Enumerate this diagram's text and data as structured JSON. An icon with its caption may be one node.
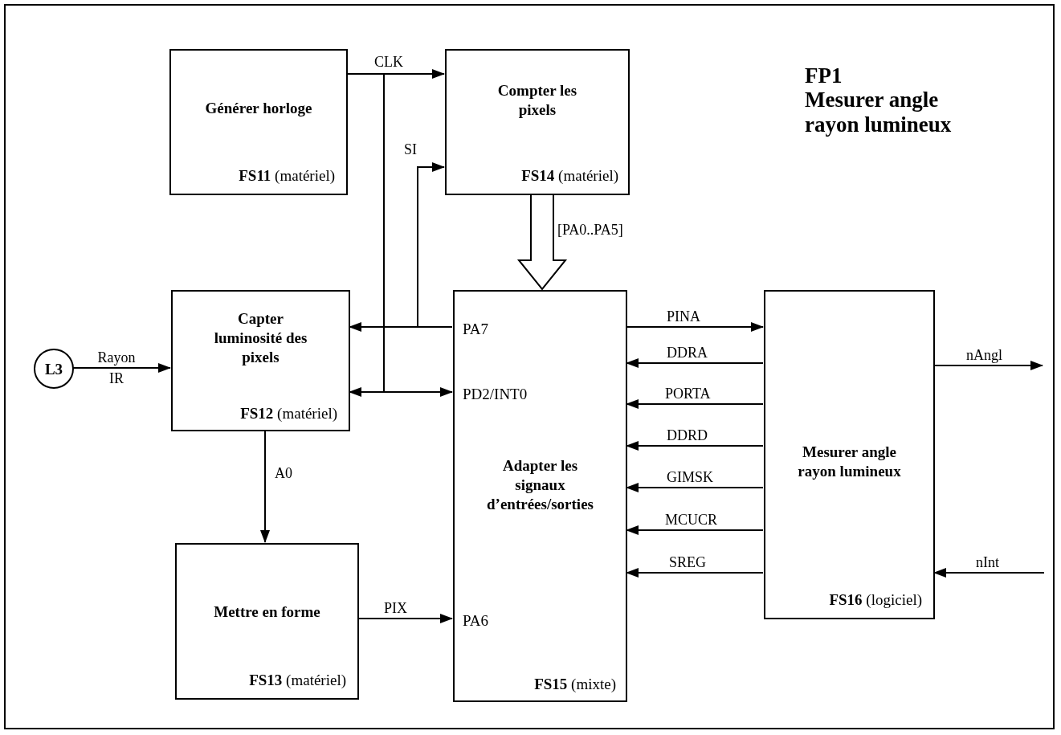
{
  "diagram": {
    "nodes": [
      {
        "text": [
          "FP1",
          "Mesurer angle rayon lumineux"
        ]
      },
      {
        "text": [
          "Générer horloge",
          "**FS11** (matériel)"
        ],
        "in": 0
      },
      {
        "text": [
          "Compter les pixels",
          "**FS14** (matériel)"
        ],
        "in": 0
      },
      {
        "text": [
          "Capter luminosité des pixels",
          "**FS12** (matériel)"
        ],
        "in": 0
      },
      {
        "text": [
          "Mettre en forme",
          "**FS13** (matériel)"
        ],
        "in": 0
      },
      {
        "text": [
          "PA7",
          "PD2/INT0",
          "Adapter les signaux d’entrées/sorties",
          "PA6",
          "**FS15** (mixte)"
        ],
        "in": 0
      },
      {
        "text": [
          "Mesurer angle rayon lumineux",
          "**FS16** (logiciel)"
        ],
        "in": 0
      },
      {
        "text": [
          "L3"
        ],
        "in": 0
      }
    ],
    "edges": [
      {
        "from": 1,
        "to": 2,
        "arrow": "to",
        "label": "CLK"
      },
      {
        "from": 1,
        "to": 3,
        "arrow": "to"
      },
      {
        "from": 1,
        "to": 5,
        "arrow": "to"
      },
      {
        "from": 5,
        "to": 3,
        "arrow": "to"
      },
      {
        "from": 5,
        "to": 2,
        "arrow": "to",
        "label": "SI"
      },
      {
        "from": 2,
        "to": 5,
        "arrow": "to",
        "label": "[PA0..PA5]",
        "style": "thick"
      },
      {
        "from": 7,
        "to": 3,
        "arrow": "to",
        "label": "Rayon IR"
      },
      {
        "from": 3,
        "to": 4,
        "arrow": "to",
        "label": "A0"
      },
      {
        "from": 4,
        "to": 5,
        "arrow": "to",
        "label": "PIX"
      },
      {
        "from": 5,
        "to": 6,
        "arrow": "to",
        "label": "PINA"
      },
      {
        "from": 6,
        "to": 5,
        "arrow": "to",
        "label": "DDRA"
      },
      {
        "from": 6,
        "to": 5,
        "arrow": "to",
        "label": "PORTA"
      },
      {
        "from": 6,
        "to": 5,
        "arrow": "to",
        "label": "DDRD"
      },
      {
        "from": 6,
        "to": 5,
        "arrow": "to",
        "label": "GIMSK"
      },
      {
        "from": 6,
        "to": 5,
        "arrow": "to",
        "label": "MCUCR"
      },
      {
        "from": 6,
        "to": 5,
        "arrow": "to",
        "label": "SREG"
      },
      {
        "from": 6,
        "to": null,
        "arrow": "to",
        "label": "nAngl"
      },
      {
        "from": null,
        "to": 6,
        "arrow": "to",
        "label": "nInt"
      }
    ]
  }
}
